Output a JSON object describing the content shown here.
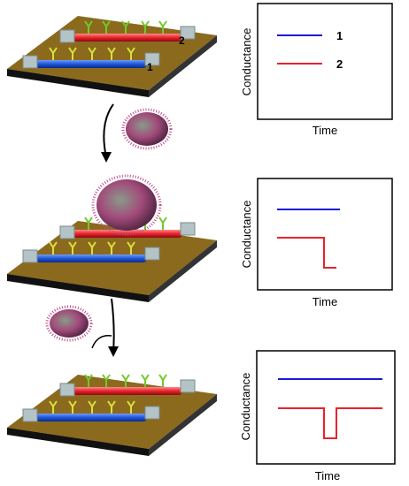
{
  "plots": {
    "y_label": "Conductance",
    "x_label": "Time",
    "legend": [
      {
        "label": "1",
        "color": "#1a1adb"
      },
      {
        "label": "2",
        "color": "#e8232a"
      }
    ]
  },
  "devices": {
    "wire_labels": [
      "1",
      "2"
    ]
  },
  "colors": {
    "substrate_top": "#8b6a1e",
    "substrate_side": "#111111",
    "nanowire_1": "#1e56d8",
    "nanowire_2": "#e8232a",
    "receptor": "#6fcb2a",
    "receptor_alt": "#d9e03a",
    "electrode": "#b4c4c6",
    "virus": "#c24a8a"
  },
  "stages": [
    {
      "name": "initial",
      "virus_on_device": false
    },
    {
      "name": "virus-bound",
      "virus_on_device": true
    },
    {
      "name": "virus-unbound",
      "virus_on_device": false
    }
  ],
  "chart_data": [
    {
      "type": "line",
      "xlabel": "Time",
      "ylabel": "Conductance",
      "series": [
        {
          "name": "1",
          "trace": "flat"
        },
        {
          "name": "2",
          "trace": "flat"
        }
      ]
    },
    {
      "type": "line",
      "xlabel": "Time",
      "ylabel": "Conductance",
      "series": [
        {
          "name": "1",
          "trace": "flat"
        },
        {
          "name": "2",
          "trace": "step-down"
        }
      ]
    },
    {
      "type": "line",
      "xlabel": "Time",
      "ylabel": "Conductance",
      "series": [
        {
          "name": "1",
          "trace": "flat"
        },
        {
          "name": "2",
          "trace": "transient-drop"
        }
      ]
    }
  ]
}
